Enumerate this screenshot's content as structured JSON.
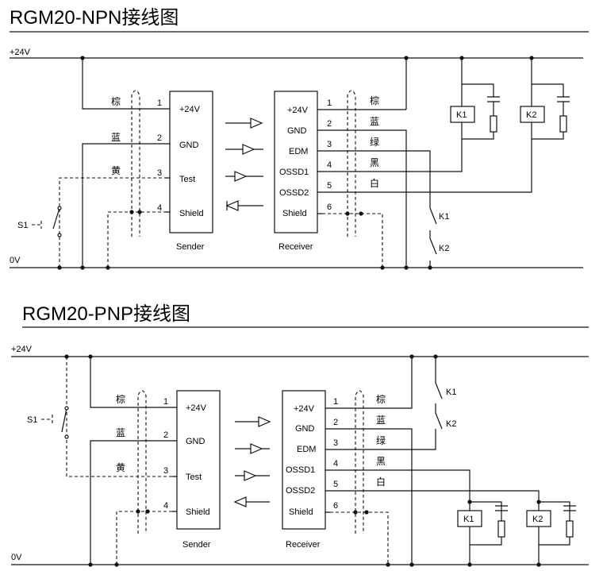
{
  "npn": {
    "title": "RGM20-NPN接线图",
    "rail_pos": "+24V",
    "rail_neg": "0V",
    "sender": {
      "name": "Sender",
      "pins": [
        {
          "num": "1",
          "label": "+24V",
          "wire": "棕"
        },
        {
          "num": "2",
          "label": "GND",
          "wire": "蓝"
        },
        {
          "num": "3",
          "label": "Test",
          "wire": "黄"
        },
        {
          "num": "4",
          "label": "Shield",
          "wire": ""
        }
      ]
    },
    "receiver": {
      "name": "Receiver",
      "pins": [
        {
          "num": "1",
          "label": "+24V",
          "wire": "棕"
        },
        {
          "num": "2",
          "label": "GND",
          "wire": "蓝"
        },
        {
          "num": "3",
          "label": "EDM",
          "wire": "绿"
        },
        {
          "num": "4",
          "label": "OSSD1",
          "wire": "黑"
        },
        {
          "num": "5",
          "label": "OSSD2",
          "wire": "白"
        },
        {
          "num": "6",
          "label": "Shield",
          "wire": ""
        }
      ]
    },
    "switch": "S1",
    "relays": [
      "K1",
      "K2"
    ],
    "contacts": [
      "K1",
      "K2"
    ]
  },
  "pnp": {
    "title": "RGM20-PNP接线图",
    "rail_pos": "+24V",
    "rail_neg": "0V",
    "sender": {
      "name": "Sender",
      "pins": [
        {
          "num": "1",
          "label": "+24V",
          "wire": "棕"
        },
        {
          "num": "2",
          "label": "GND",
          "wire": "蓝"
        },
        {
          "num": "3",
          "label": "Test",
          "wire": "黄"
        },
        {
          "num": "4",
          "label": "Shield",
          "wire": ""
        }
      ]
    },
    "receiver": {
      "name": "Receiver",
      "pins": [
        {
          "num": "1",
          "label": "+24V",
          "wire": "棕"
        },
        {
          "num": "2",
          "label": "GND",
          "wire": "蓝"
        },
        {
          "num": "3",
          "label": "EDM",
          "wire": "绿"
        },
        {
          "num": "4",
          "label": "OSSD1",
          "wire": "黑"
        },
        {
          "num": "5",
          "label": "OSSD2",
          "wire": "白"
        },
        {
          "num": "6",
          "label": "Shield",
          "wire": ""
        }
      ]
    },
    "switch": "S1",
    "relays": [
      "K1",
      "K2"
    ],
    "contacts": [
      "K1",
      "K2"
    ]
  }
}
